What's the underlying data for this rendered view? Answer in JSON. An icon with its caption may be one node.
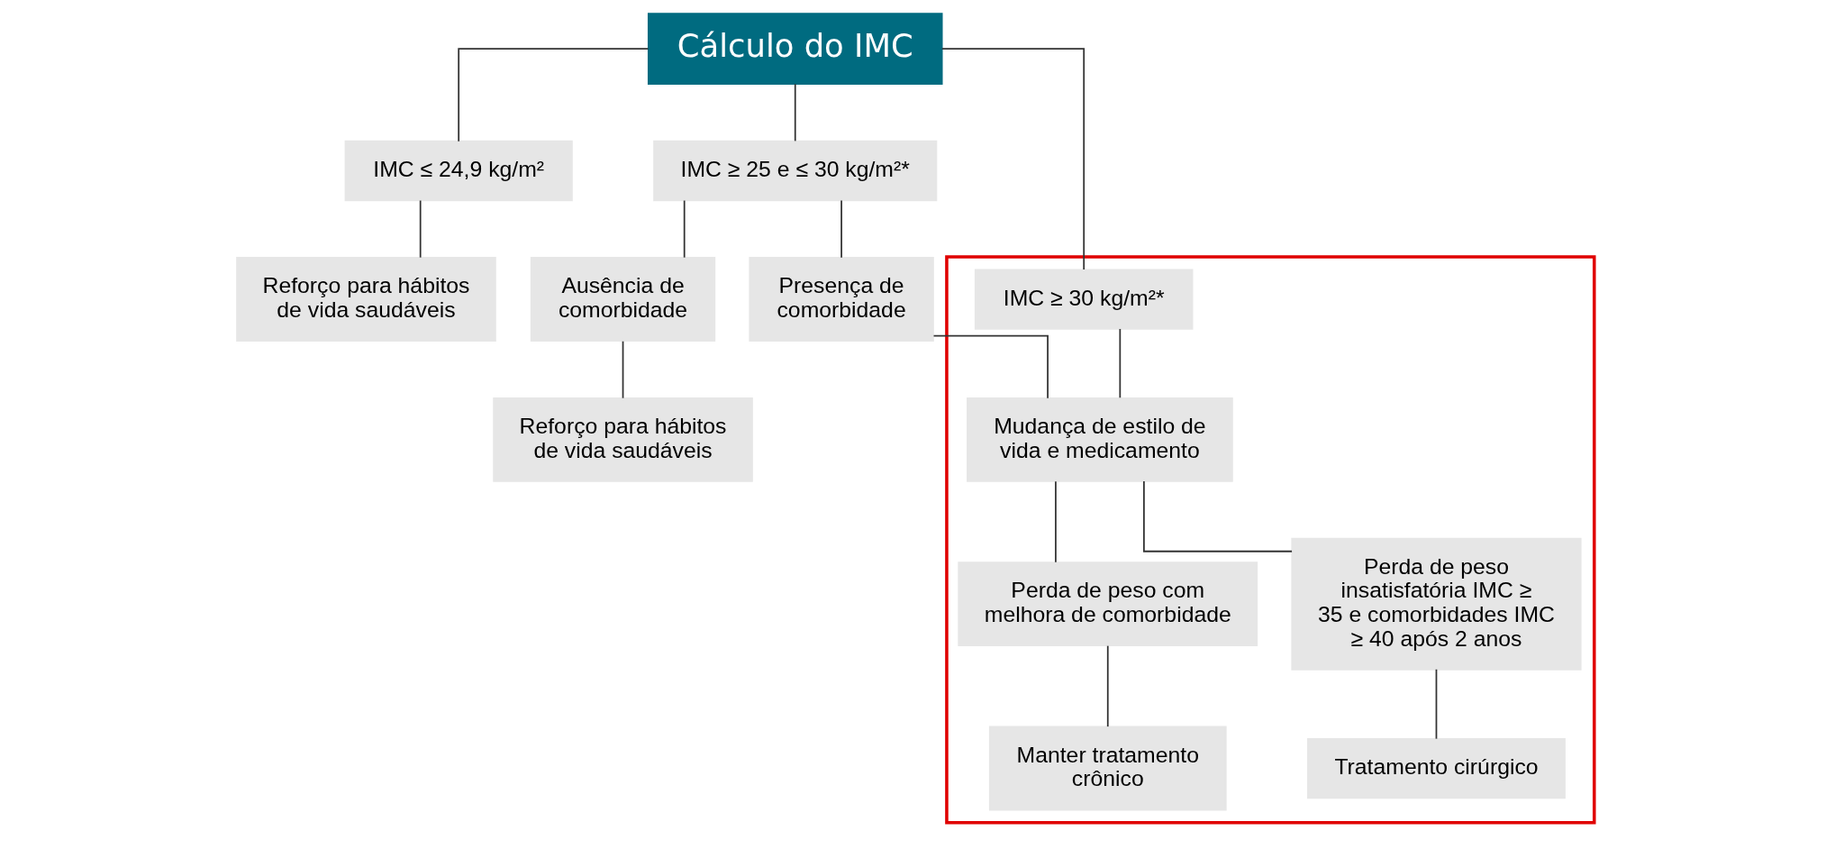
{
  "diagram": {
    "nodes": [
      {
        "text": [
          "Cálculo do IMC"
        ]
      },
      {
        "text": [
          "IMC ≤ 24,9 kg/m²"
        ]
      },
      {
        "text": [
          "IMC ≥ 25 e ≤ 30 kg/m²*"
        ]
      },
      {
        "text": [],
        "shape": "box"
      },
      {
        "text": [
          "IMC ≥ 30 kg/m²*"
        ],
        "in": 3
      },
      {
        "text": [
          "Reforço para hábitos de vida saudáveis"
        ]
      },
      {
        "text": [
          "Ausência de comorbidade"
        ]
      },
      {
        "text": [
          "Presença de comorbidade"
        ]
      },
      {
        "text": [
          "Mudança de estilo de vida e medicamento"
        ],
        "in": 3
      },
      {
        "text": [
          "Reforço para hábitos de vida saudáveis"
        ]
      },
      {
        "text": [
          "Perda de peso com melhora de comorbidade"
        ],
        "in": 3
      },
      {
        "text": [
          "Perda de peso insatisfatória IMC ≥ 35 e comorbidades IMC ≥ 40 após 2 anos"
        ],
        "in": 3
      },
      {
        "text": [
          "Manter tratamento crônico"
        ],
        "in": 3
      },
      {
        "text": [
          "Tratamento cirúrgico"
        ],
        "in": 3
      }
    ],
    "edges": [
      {
        "from": 0,
        "to": 1,
        "arrow": "none"
      },
      {
        "from": 0,
        "to": 2,
        "arrow": "none"
      },
      {
        "from": 0,
        "to": 4,
        "arrow": "none"
      },
      {
        "from": 1,
        "to": 5,
        "arrow": "none"
      },
      {
        "from": 2,
        "to": 6,
        "arrow": "none"
      },
      {
        "from": 2,
        "to": 7,
        "arrow": "none"
      },
      {
        "from": 7,
        "to": 8,
        "arrow": "none"
      },
      {
        "from": 4,
        "to": 8,
        "arrow": "none"
      },
      {
        "from": 6,
        "to": 9,
        "arrow": "none"
      },
      {
        "from": 8,
        "to": 10,
        "arrow": "none"
      },
      {
        "from": 8,
        "to": 11,
        "arrow": "none"
      },
      {
        "from": 10,
        "to": 12,
        "arrow": "none"
      },
      {
        "from": 11,
        "to": 13,
        "arrow": "none"
      }
    ]
  }
}
